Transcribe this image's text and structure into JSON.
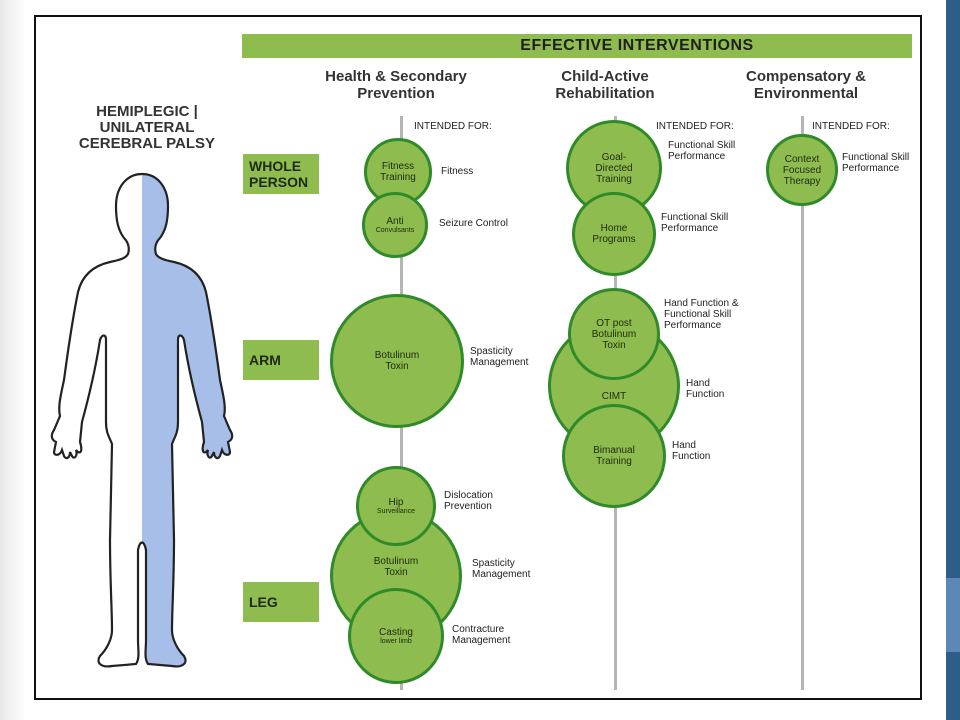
{
  "header": "EFFECTIVE INTERVENTIONS",
  "title": "HEMIPLEGIC | UNILATERAL CEREBRAL PALSY",
  "columns": [
    "Health & Secondary Prevention",
    "Child-Active Rehabilitation",
    "Compensatory & Environmental"
  ],
  "intended_label": "INTENDED FOR:",
  "rows": [
    "WHOLE PERSON",
    "ARM",
    "LEG"
  ],
  "interventions": {
    "fitness": {
      "name": "Fitness Training",
      "for": "Fitness"
    },
    "anticonvulsants": {
      "name": "Anti",
      "sub": "Convulsants",
      "for": "Seizure Control"
    },
    "botox_arm": {
      "name": "Botulinum Toxin",
      "for": "Spasticity Management"
    },
    "hip": {
      "name": "Hip",
      "sub": "Surveillance",
      "for": "Dislocation Prevention"
    },
    "botox_leg": {
      "name": "Botulinum Toxin",
      "for": "Spasticity Management"
    },
    "casting": {
      "name": "Casting",
      "sub": "lower limb",
      "for": "Contracture Management"
    },
    "goal_directed": {
      "name": "Goal-Directed Training",
      "for": "Functional Skill Performance"
    },
    "home_programs": {
      "name": "Home Programs",
      "for": "Functional Skill Performance"
    },
    "ot_post_botox": {
      "name": "OT post Botulinum Toxin",
      "for": "Hand Function & Functional Skill Performance"
    },
    "cimt": {
      "name": "CIMT",
      "for": "Hand Function"
    },
    "bimanual": {
      "name": "Bimanual Training",
      "for": "Hand Function"
    },
    "context_focused": {
      "name": "Context Focused Therapy",
      "for": "Functional Skill Performance"
    }
  },
  "colors": {
    "green_fill": "#8fbc4e",
    "green_border": "#2f8a2a",
    "body_affected": "#a7bfe8",
    "accent_bar": "#2e5d87"
  }
}
